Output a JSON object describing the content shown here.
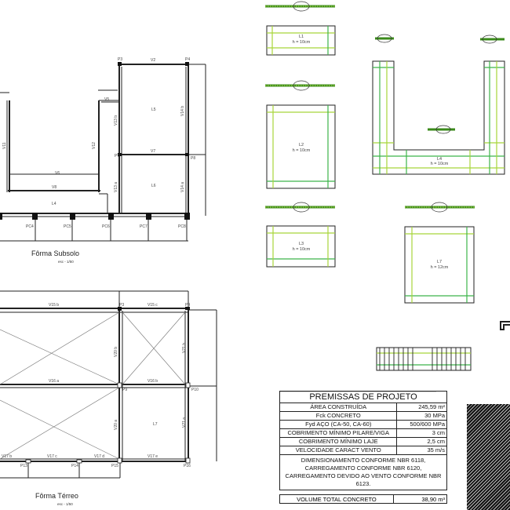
{
  "subsolo": {
    "title": "Fôrma Subsolo",
    "scale": "esc - 1/50",
    "pillars": [
      "P3",
      "P4",
      "P7",
      "P8"
    ],
    "base_pillars": [
      "PC4",
      "PC5",
      "PC6",
      "PC7",
      "PC8"
    ],
    "beams": [
      "V2",
      "V5",
      "V6",
      "V7",
      "V8",
      "V9",
      "V11",
      "V12",
      "V13 b",
      "V13 a",
      "V14 b",
      "V14 a"
    ],
    "slabs": [
      "L4",
      "L5",
      "L6"
    ]
  },
  "terreo": {
    "title": "Fôrma Térreo",
    "scale": "esc - 1/50",
    "pillars": [
      "P3",
      "P4",
      "P9",
      "P10",
      "P13",
      "P14",
      "P15",
      "P16"
    ],
    "beams": [
      "V15 b",
      "V15 c",
      "V16 a",
      "V16 b",
      "V17 b",
      "V17 c",
      "V17 d",
      "V17 e",
      "V20 b",
      "V20 a",
      "V21 b",
      "V21 a"
    ],
    "slabs": [
      "L7"
    ]
  },
  "slab_details": [
    {
      "name": "L1",
      "thickness": "h = 10cm"
    },
    {
      "name": "L2",
      "thickness": "h = 10cm"
    },
    {
      "name": "L3",
      "thickness": "h = 10cm"
    },
    {
      "name": "L4",
      "thickness": "h = 10cm"
    },
    {
      "name": "L7",
      "thickness": "h = 12cm"
    }
  ],
  "premissas": {
    "title": "PREMISSAS DE PROJETO",
    "rows": [
      {
        "label": "ÁREA CONSTRUÍDA",
        "value": "245,59 m²"
      },
      {
        "label": "Fck CONCRETO",
        "value": "30 MPa"
      },
      {
        "label": "Fyd AÇO (CA-50, CA-60)",
        "value": "500/600 MPa"
      },
      {
        "label": "COBRIMENTO MÍNIMO PILARE/VIGA",
        "value": "3 cm"
      },
      {
        "label": "COBRIMENTO MÍNIMO LAJE",
        "value": "2,5 cm"
      },
      {
        "label": "VELOCIDADE CARACT VENTO",
        "value": "35 m/s"
      }
    ],
    "note": "DIMENSIONAMENTO CONFORME NBR 6118, CARREGAMENTO CONFORME NBR 6120, CARREGAMENTO DEVIDO AO VENTO CONFORME NBR 6123.",
    "volume_label": "VOLUME TOTAL CONCRETO",
    "volume_value": "38,90 m³"
  },
  "colors": {
    "rebar_light": "#a8d53a",
    "rebar_dark": "#3cb54a"
  }
}
